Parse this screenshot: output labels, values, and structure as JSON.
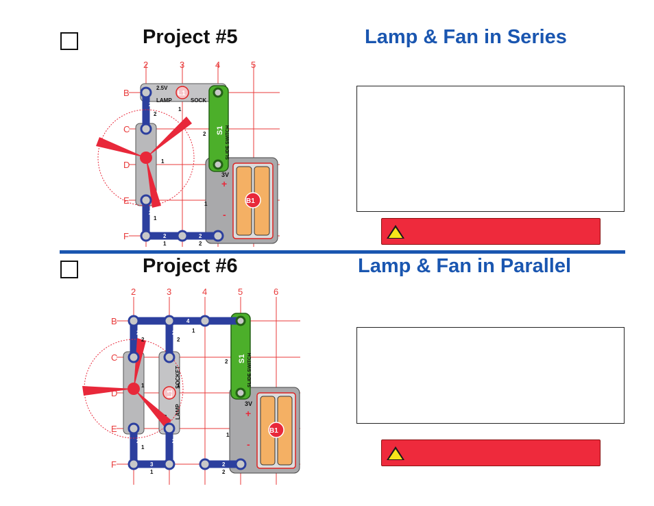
{
  "project5": {
    "title": "Project #5",
    "subtitle": "Lamp & Fan in Series",
    "columns": [
      "2",
      "3",
      "4",
      "5"
    ],
    "rows": [
      "B",
      "C",
      "D",
      "E",
      "F"
    ],
    "lamp": {
      "voltage": "2.5V",
      "name": "LAMP",
      "socket": "SOCK",
      "id": "L1"
    },
    "switch": {
      "name": "SLIDE SWITCH",
      "id": "S1"
    },
    "battery": {
      "voltage": "3V",
      "id": "B1",
      "plus": "+",
      "minus": "-"
    },
    "snap_labels": [
      "2",
      "2",
      "2",
      "2",
      "2",
      "1",
      "1",
      "1",
      "2",
      "1",
      "2",
      "1"
    ]
  },
  "project6": {
    "title": "Project #6",
    "subtitle": "Lamp & Fan in Parallel",
    "columns": [
      "2",
      "3",
      "4",
      "5",
      "6"
    ],
    "rows": [
      "B",
      "C",
      "D",
      "E",
      "F"
    ],
    "lamp": {
      "voltage": "2.5V",
      "name": "LAMP",
      "socket": "SOCKET",
      "id": "L1"
    },
    "switch": {
      "name": "SLIDE SWITCH",
      "id": "S1"
    },
    "battery": {
      "voltage": "3V",
      "id": "B1",
      "plus": "+",
      "minus": "-"
    },
    "snap_labels": [
      "4",
      "3",
      "2",
      "2",
      "2",
      "2",
      "2",
      "2",
      "2",
      "1",
      "1",
      "1",
      "1",
      "1",
      "2",
      "1",
      "2"
    ]
  },
  "colors": {
    "heading_blue": "#1a56b0",
    "warning_red": "#ee2a3c",
    "warning_yellow": "#f7e51a",
    "wire_blue": "#2c3f9e",
    "switch_green": "#4caf2a",
    "battery_orange": "#f4b064",
    "fan_red": "#e8283a",
    "grid_red": "#e83a3a"
  }
}
